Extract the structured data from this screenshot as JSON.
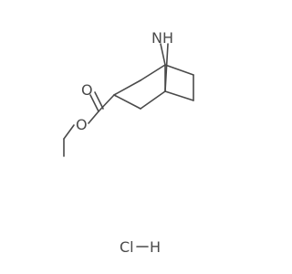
{
  "molecule": {
    "nitrogen_label": "NH",
    "carbonyl_oxygen_label": "O",
    "ester_oxygen_label": "O",
    "salt_label": "HCl"
  },
  "colors": {
    "bond": "#4a4a4a",
    "text": "#4a4a4a",
    "background": "#ffffff"
  }
}
